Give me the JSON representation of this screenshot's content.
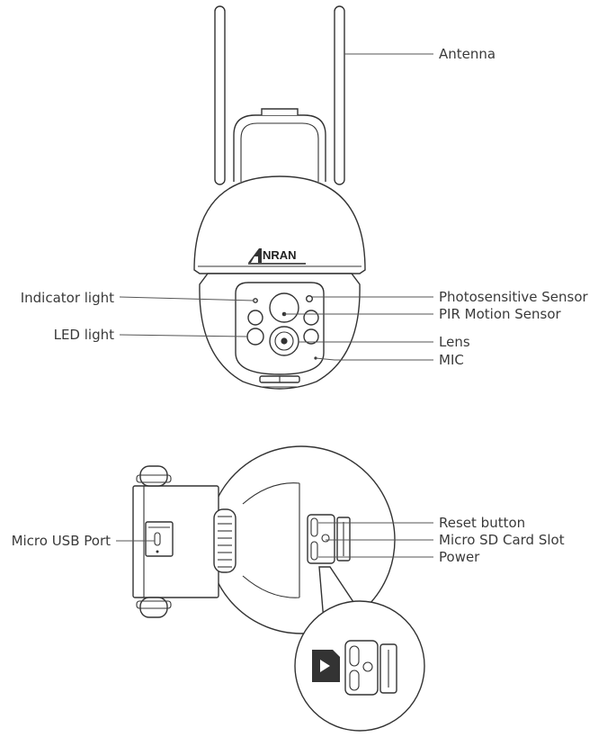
{
  "brand": {
    "logo_text": "NRAN"
  },
  "front_labels": {
    "antenna": "Antenna",
    "indicator_light": "Indicator light",
    "led_light": "LED light",
    "photosensitive_sensor": "Photosensitive Sensor",
    "pir_motion_sensor": "PIR Motion Sensor",
    "lens": "Lens",
    "mic": "MIC"
  },
  "bottom_labels": {
    "micro_usb_port": "Micro USB Port",
    "reset_button": "Reset button",
    "micro_sd_card_slot": "Micro SD Card Slot",
    "power": "Power"
  },
  "colors": {
    "outline": "#333333",
    "label_text": "#3a3a3a",
    "leader_line": "#555555"
  }
}
